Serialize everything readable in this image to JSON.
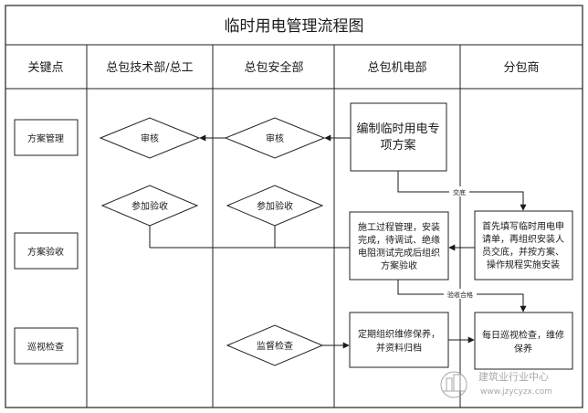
{
  "title": "临时用电管理流程图",
  "columns": [
    "关键点",
    "总包技术部/总工",
    "总包安全部",
    "总包机电部",
    "分包商"
  ],
  "key_points": [
    "方案管理",
    "方案验收",
    "巡视检查"
  ],
  "tech": {
    "review": "审核",
    "accept": "参加验收"
  },
  "safety": {
    "review": "审核",
    "accept": "参加验收",
    "supervise": "监督检查"
  },
  "mep": {
    "plan_lines": [
      "编制临时用电专",
      "项方案"
    ],
    "process_lines": [
      "施工过程管理，安装",
      "完成，待调试、绝缘",
      "电阻测试完成后组织",
      "方案验收"
    ],
    "maintain_lines": [
      "定期组织维修保养，",
      "并资料归档"
    ]
  },
  "sub": {
    "apply_lines": [
      "首先填写临时用电申",
      "请单，再组织安装人",
      "员交底，并按方案、",
      "操作规程实施安装"
    ],
    "inspect_lines": [
      "每日巡视检查，维修",
      "保养"
    ]
  },
  "labels": {
    "handover": "交底",
    "accepted": "验收合格"
  },
  "watermark": {
    "line1": "建筑业行业中心",
    "line2": "www.jzycyzx.com"
  }
}
